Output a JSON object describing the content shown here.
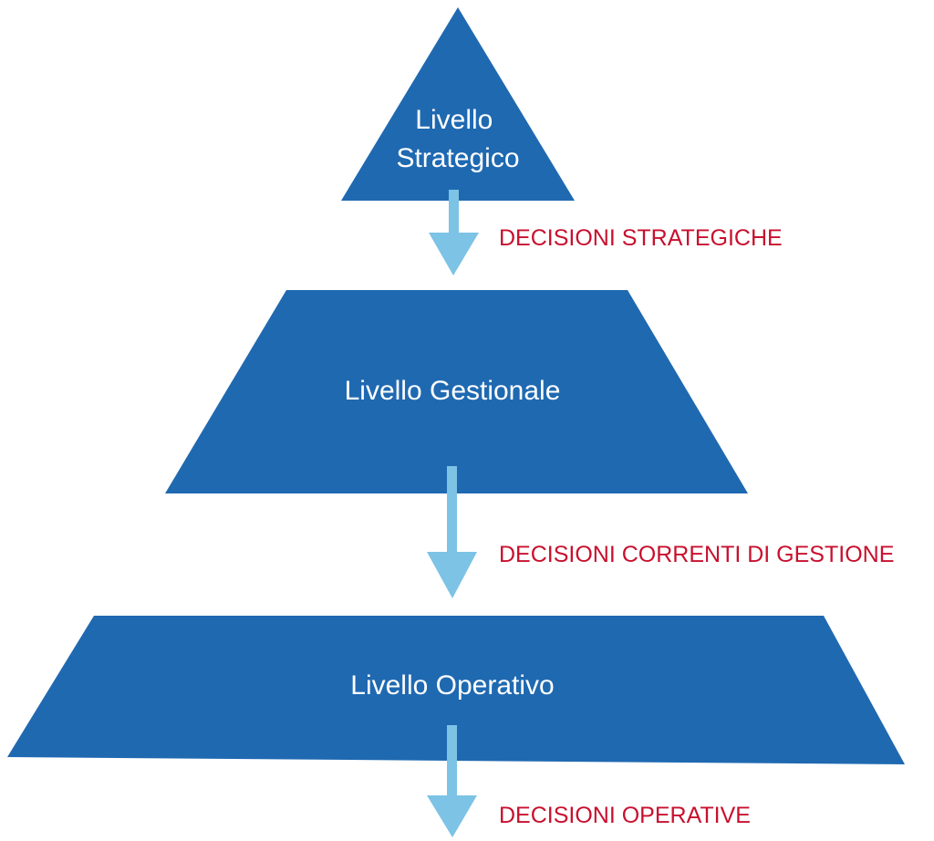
{
  "colors": {
    "level_fill": "#1f69b1",
    "arrow_fill": "#7cc3e6",
    "decision_text": "#c8102e",
    "level_text": "#ffffff"
  },
  "levels": [
    {
      "name": "strategic",
      "label_lines": [
        "Livello",
        "Strategico"
      ]
    },
    {
      "name": "management",
      "label_lines": [
        "Livello Gestionale"
      ]
    },
    {
      "name": "operational",
      "label_lines": [
        "Livello Operativo"
      ]
    }
  ],
  "decisions": [
    {
      "name": "strategic-decisions",
      "label": "DECISIONI STRATEGICHE"
    },
    {
      "name": "current-management-decisions",
      "label": "DECISIONI CORRENTI DI GESTIONE"
    },
    {
      "name": "operational-decisions",
      "label": "DECISIONI OPERATIVE"
    }
  ]
}
